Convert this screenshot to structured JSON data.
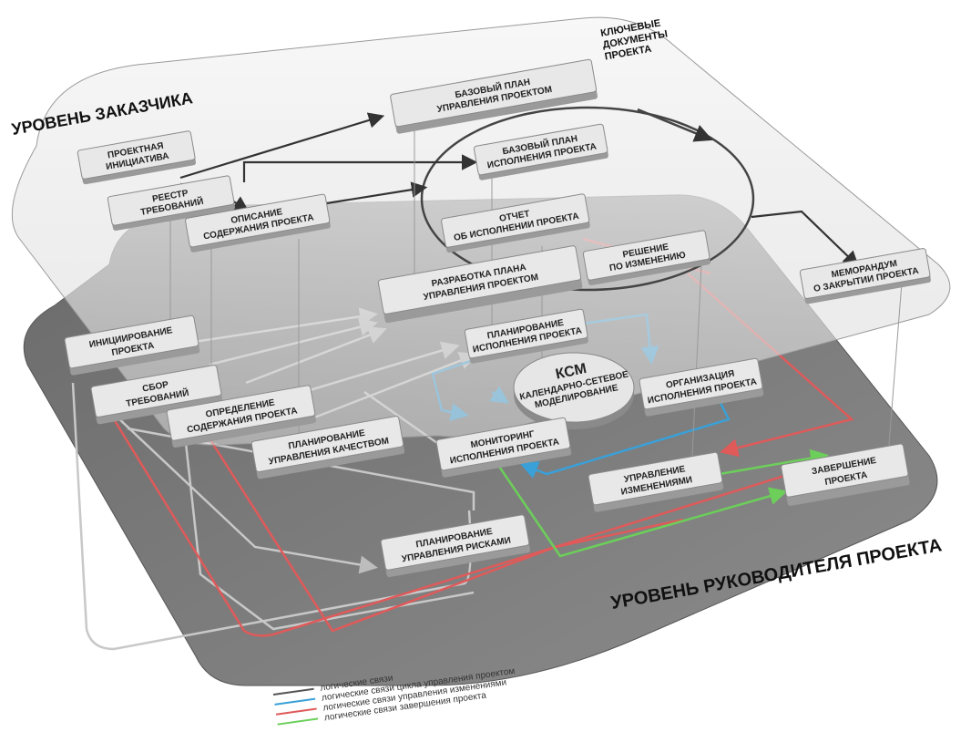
{
  "levels": {
    "customer": "УРОВЕНЬ ЗАКАЗЧИКА",
    "manager": "УРОВЕНЬ РУКОВОДИТЕЛЯ ПРОЕКТА",
    "key_docs": [
      "КЛЮЧЕВЫЕ",
      "ДОКУМЕНТЫ",
      "ПРОЕКТА"
    ]
  },
  "customer_boxes": {
    "initiative": [
      "ПРОЕКТНАЯ",
      "ИНИЦИАТИВА"
    ],
    "registry": [
      "РЕЕСТР",
      "ТРЕБОВАНИЙ"
    ],
    "scope": [
      "ОПИСАНИЕ",
      "СОДЕРЖАНИЯ ПРОЕКТА"
    ],
    "base_mgmt": [
      "БАЗОВЫЙ ПЛАН",
      "УПРАВЛЕНИЯ ПРОЕКТОМ"
    ],
    "base_exec": [
      "БАЗОВЫЙ ПЛАН",
      "ИСПОЛНЕНИЯ ПРОЕКТА"
    ],
    "report": [
      "ОТЧЕТ",
      "ОБ ИСПОЛНЕНИИ ПРОЕКТА"
    ],
    "decision": [
      "РЕШЕНИЕ",
      "ПО ИЗМЕНЕНИЮ"
    ],
    "memo": [
      "МЕМОРАНДУМ",
      "О ЗАКРЫТИИ ПРОЕКТА"
    ]
  },
  "manager_boxes": {
    "initiation": [
      "ИНИЦИИРОВАНИЕ",
      "ПРОЕКТА"
    ],
    "collect": [
      "СБОР",
      "ТРЕБОВАНИЙ"
    ],
    "define": [
      "ОПРЕДЕЛЕНИЕ",
      "СОДЕРЖАНИЯ ПРОЕКТА"
    ],
    "quality": [
      "ПЛАНИРОВАНИЕ",
      "УПРАВЛЕНИЯ КАЧЕСТВОМ"
    ],
    "dev_plan": [
      "РАЗРАБОТКА ПЛАНА",
      "УПРАВЛЕНИЯ ПРОЕКТОМ"
    ],
    "plan_exec": [
      "ПЛАНИРОВАНИЕ",
      "ИСПОЛНЕНИЯ ПРОЕКТА"
    ],
    "ksm_title": "КСМ",
    "ksm_sub": [
      "КАЛЕНДАРНО-СЕТЕВОЕ",
      "МОДЕЛИРОВАНИЕ"
    ],
    "organize": [
      "ОРГАНИЗАЦИЯ",
      "ИСПОЛНЕНИЯ ПРОЕКТА"
    ],
    "monitoring": [
      "МОНИТОРИНГ",
      "ИСПОЛНЕНИЯ ПРОЕКТА"
    ],
    "change": [
      "УПРАВЛЕНИЕ",
      "ИЗМЕНЕНИЯМИ"
    ],
    "closing": [
      "ЗАВЕРШЕНИЕ",
      "ПРОЕКТА"
    ],
    "risks": [
      "ПЛАНИРОВАНИЕ",
      "УПРАВЛЕНИЯ РИСКАМИ"
    ]
  },
  "legend": [
    {
      "label": "логические связи",
      "color": "#555555"
    },
    {
      "label": "логические связи цикла управления проектом",
      "color": "#3aa0d8"
    },
    {
      "label": "логические связи управления изменениями",
      "color": "#e05a5a"
    },
    {
      "label": "логические связи завершения проекта",
      "color": "#6ccf5a"
    }
  ]
}
